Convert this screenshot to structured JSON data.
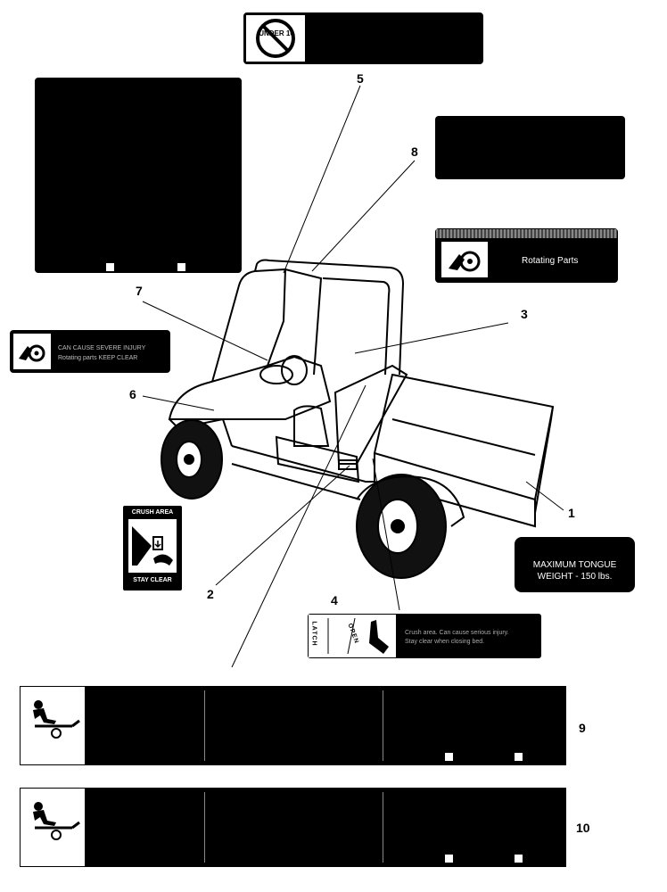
{
  "callouts": [
    "1",
    "2",
    "3",
    "4",
    "5",
    "6",
    "7",
    "8",
    "9",
    "10"
  ],
  "decals": {
    "under16": {
      "text": "UNDER 16"
    },
    "rotating": {
      "label": "Rotating Parts"
    },
    "rotating_small": {
      "line1": "CAN CAUSE SEVERE INJURY",
      "line2": "Rotating parts KEEP CLEAR"
    },
    "crush": {
      "top": "CRUSH AREA",
      "bottom": "STAY CLEAR"
    },
    "tongue": {
      "line1": "MAXIMUM TONGUE",
      "line2": "WEIGHT - 150 lbs."
    },
    "latch": {
      "word1": "LATCH",
      "word2": "OPEN",
      "line1": "Crush area. Can cause serious injury.",
      "line2": "Stay clear when closing bed."
    }
  },
  "colors": {
    "decal": "#000000",
    "text": "#ffffff",
    "line": "#555555"
  }
}
